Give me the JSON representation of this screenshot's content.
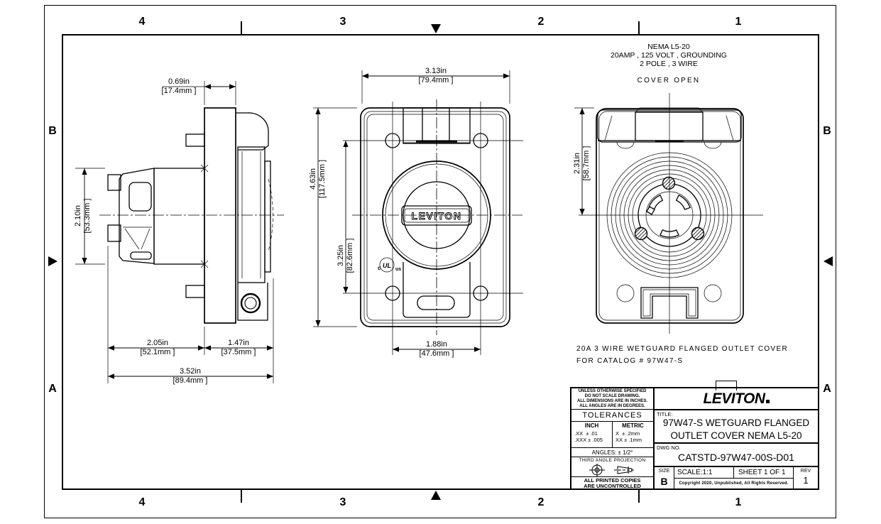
{
  "zones": {
    "cols": [
      "4",
      "3",
      "2",
      "1"
    ],
    "rows": [
      "B",
      "A"
    ]
  },
  "notes": {
    "nema_line1": "NEMA L5-20",
    "nema_line2": "20AMP , 125 VOLT , GROUNDING",
    "nema_line3": "2 POLE , 3 WIRE",
    "cover_open": "COVER OPEN",
    "caption_line1": "20A 3 WIRE WETGUARD FLANGED OUTLET COVER",
    "caption_line2": "FOR CATALOG # 97W47-S"
  },
  "device": {
    "brand_emboss": "LEVITON",
    "ul_c": "c",
    "ul_mark": "UL",
    "ul_us": "us"
  },
  "dims": {
    "plate_thickness": {
      "inch": "0.69in",
      "mm": "[17.4mm ]"
    },
    "body_height": {
      "inch": "2.10in",
      "mm": "[53.3mm ]"
    },
    "body_depth": {
      "inch": "2.05in",
      "mm": "[52.1mm ]"
    },
    "cover_depth": {
      "inch": "1.47in",
      "mm": "[37.5mm ]"
    },
    "total_depth": {
      "inch": "3.52in",
      "mm": "[89.4mm ]"
    },
    "plate_width": {
      "inch": "3.13in",
      "mm": "[79.4mm ]"
    },
    "plate_height": {
      "inch": "4.63in",
      "mm": "[117.5mm ]"
    },
    "screw_spacing_v": {
      "inch": "3.25in",
      "mm": "[82.6mm ]"
    },
    "screw_spacing_h": {
      "inch": "1.88in",
      "mm": "[47.6mm ]"
    },
    "cover_open_height": {
      "inch": "2.31in",
      "mm": "[58.7mm ]"
    }
  },
  "title_block": {
    "brand": "LEVITON",
    "title_label": "TITLE:",
    "title_line1": "97W47-S WETGUARD FLANGED",
    "title_line2": "OUTLET COVER NEMA L5-20",
    "dwg_label": "DWG NO.",
    "dwg_no": "CATSTD-97W47-00S-D01",
    "size_label": "SIZE",
    "size": "B",
    "scale": "SCALE:1:1",
    "sheet": "SHEET 1 OF 1",
    "rev_label": "REV",
    "rev": "1",
    "copyright": "Copyright 2020, Unpublished, All Rights Reserved."
  },
  "tolerance_block": {
    "spec_lines": [
      "UNLESS OTHERWISE SPECIFIED",
      "DO NOT SCALE DRAWING.",
      "ALL DIMENSIONS ARE IN INCHES.",
      "ALL ANGLES ARE IN DEGREES."
    ],
    "header": "TOLERANCES",
    "inch_label": "INCH",
    "metric_label": "METRIC",
    "inch_rows": [
      ".XX  ± .01",
      ".XXX ± .005"
    ],
    "metric_rows": [
      "X  ± .2mm",
      "XX ± .1mm"
    ],
    "angles": "ANGLES: ± 1/2°",
    "projection_label": "THIRD ANGLE PROJECTION",
    "uncontrolled_line1": "ALL PRINTED COPIES",
    "uncontrolled_line2": "ARE UNCONTROLLED"
  }
}
